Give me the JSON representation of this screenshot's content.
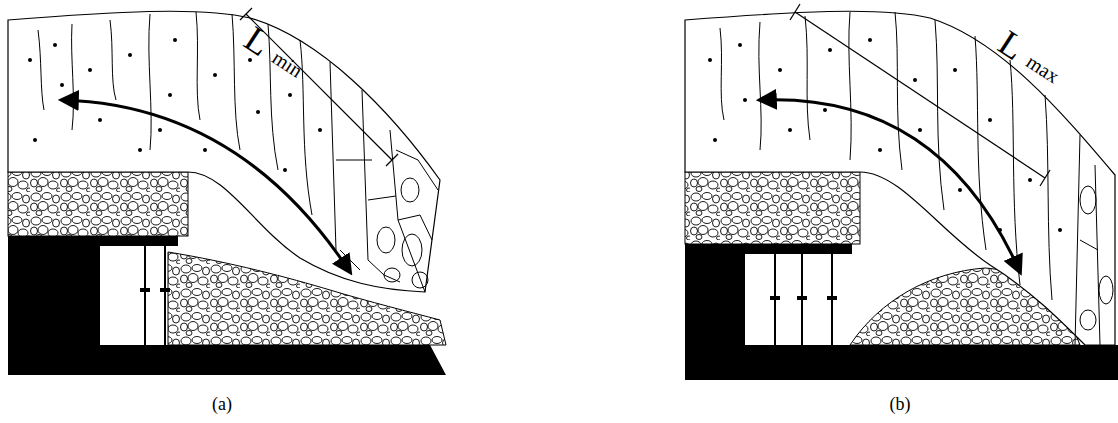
{
  "diagram": {
    "labels": [
      "L",
      "min",
      "L",
      "max",
      "(a)",
      "(b)"
    ]
  }
}
